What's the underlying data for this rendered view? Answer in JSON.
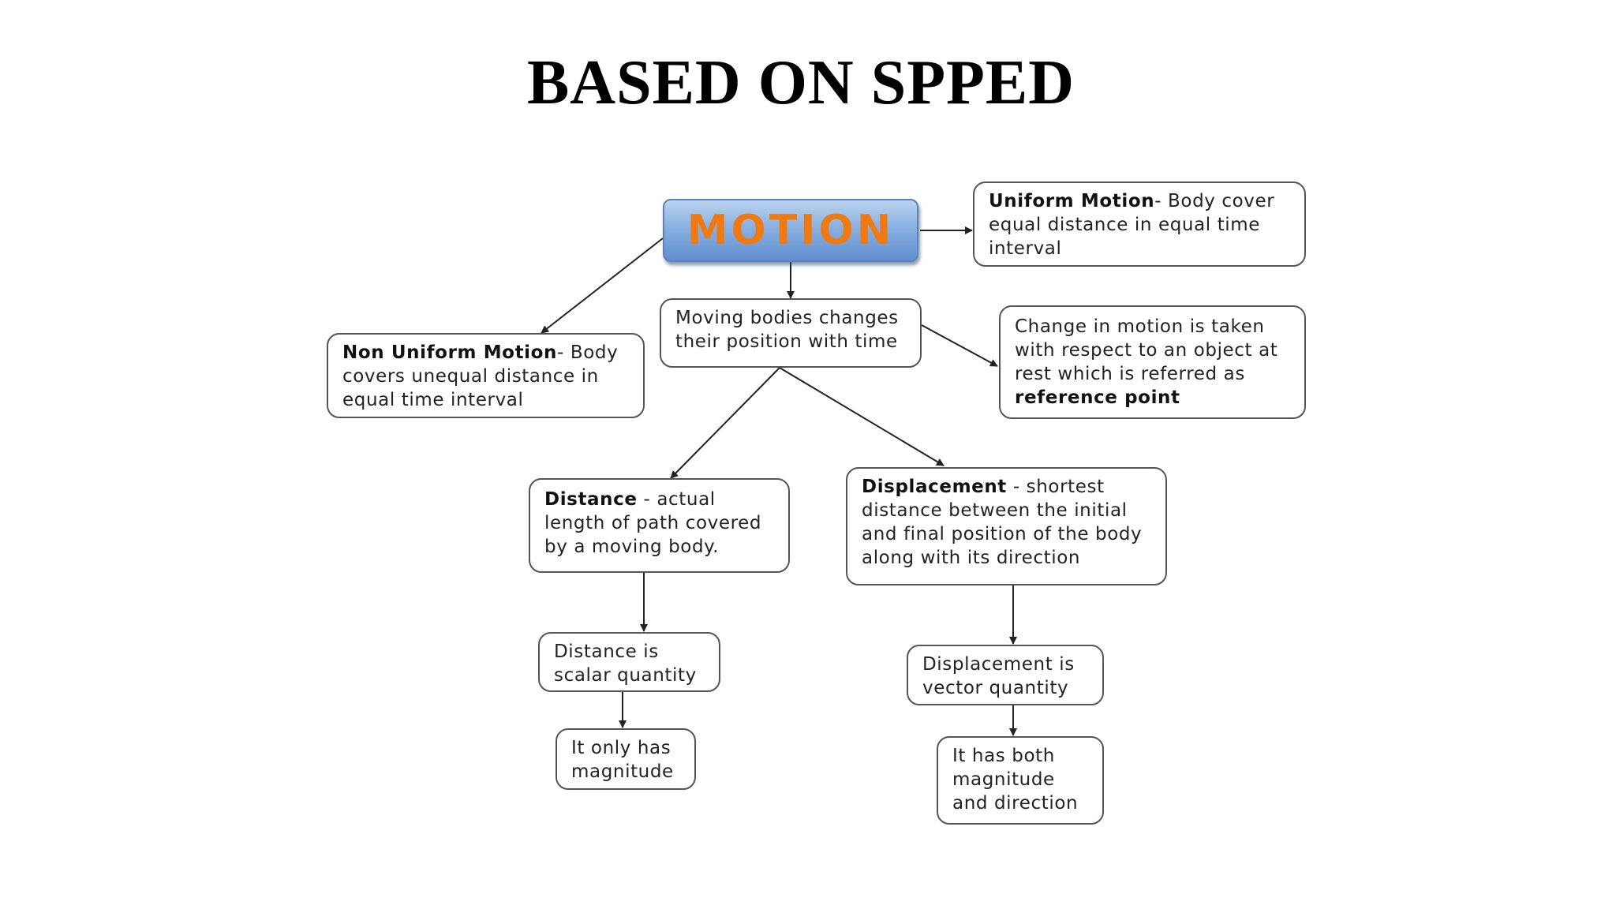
{
  "title": "BASED ON SPPED",
  "nodes": {
    "motion": "MOTION",
    "uniform": {
      "term": "Uniform Motion",
      "sep": "- ",
      "text": "Body cover equal distance in equal time interval"
    },
    "moving": "Moving bodies changes their position with time",
    "nonuniform": {
      "term": "Non Uniform Motion",
      "sep": "- ",
      "text": "Body covers unequal distance in equal time interval"
    },
    "reference": {
      "text": "Change in motion is taken with respect to an object at rest which is referred as",
      "term": "reference point"
    },
    "distance": {
      "term": "Distance",
      "sep": " - ",
      "text": "actual length of path covered by a moving body."
    },
    "displacement": {
      "term": "Displacement",
      "sep": " - ",
      "text": "shortest distance between the initial and final position of the body along with its direction"
    },
    "distance_scalar": "Distance is scalar quantity",
    "distance_magnitude": "It only has magnitude",
    "displacement_vector": "Displacement is vector quantity",
    "displacement_both": "It has both magnitude and direction"
  },
  "colors": {
    "motion_text": "#f07a12",
    "motion_fill": "#8eb3e2",
    "box_border": "#555555",
    "arrow": "#222222"
  }
}
